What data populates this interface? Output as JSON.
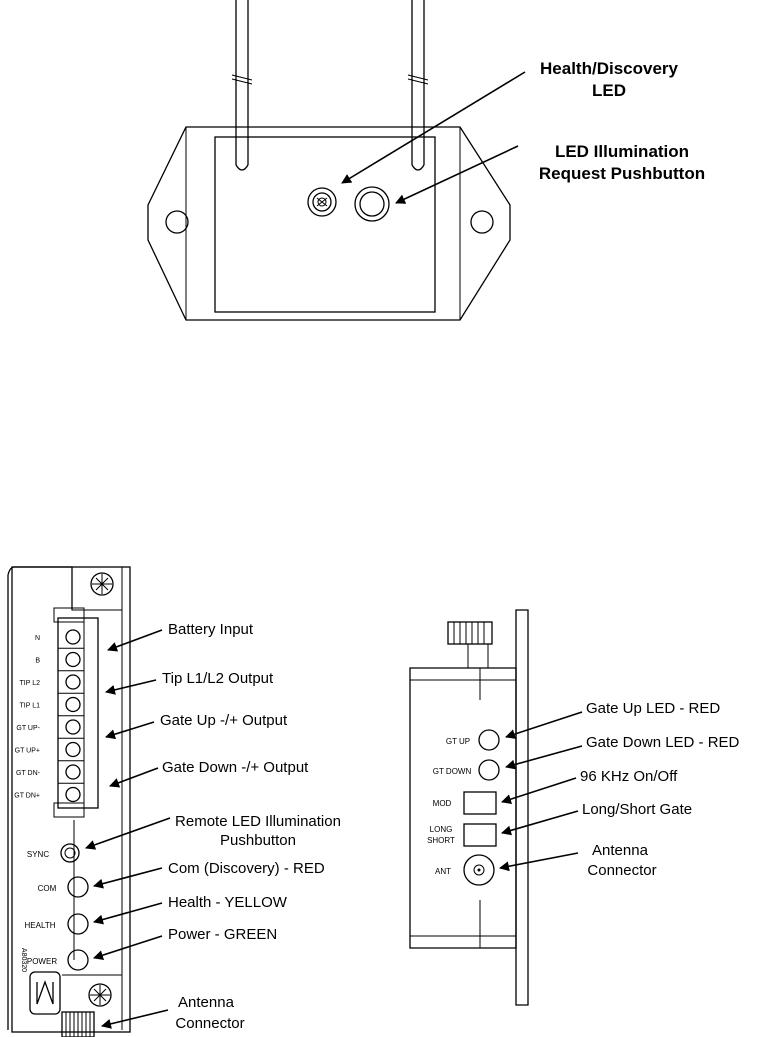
{
  "top_unit": {
    "callouts": {
      "health_discovery_line1": "Health/Discovery",
      "health_discovery_line2": "LED",
      "led_illumination_line1": "LED Illumination",
      "led_illumination_line2": "Request Pushbutton"
    }
  },
  "left_card": {
    "terminal_labels": [
      "N",
      "B",
      "TIP L2",
      "TIP L1",
      "GT UP-",
      "GT UP+",
      "GT DN-",
      "GT DN+"
    ],
    "panel_labels": {
      "sync": "SYNC",
      "com": "COM",
      "health": "HEALTH",
      "power": "POWER",
      "part_number": "A80320"
    },
    "callouts": {
      "battery_input": "Battery Input",
      "tip_output": "Tip L1/L2 Output",
      "gate_up_output": "Gate Up -/+ Output",
      "gate_down_output": "Gate Down -/+ Output",
      "remote_led_line1": "Remote LED Illumination",
      "remote_led_line2": "Pushbutton",
      "com_discovery": "Com (Discovery) - RED",
      "health_yellow": "Health - YELLOW",
      "power_green": "Power - GREEN",
      "antenna_line1": "Antenna",
      "antenna_line2": "Connector"
    }
  },
  "right_card": {
    "panel_labels": {
      "gt_up": "GT UP",
      "gt_down": "GT DOWN",
      "mod": "MOD",
      "long": "LONG",
      "short": "SHORT",
      "ant": "ANT"
    },
    "callouts": {
      "gate_up_led": "Gate Up LED - RED",
      "gate_down_led": "Gate Down LED - RED",
      "khz_on_off": "96 KHz On/Off",
      "long_short_gate": "Long/Short Gate",
      "antenna_line1": "Antenna",
      "antenna_line2": "Connector"
    }
  }
}
